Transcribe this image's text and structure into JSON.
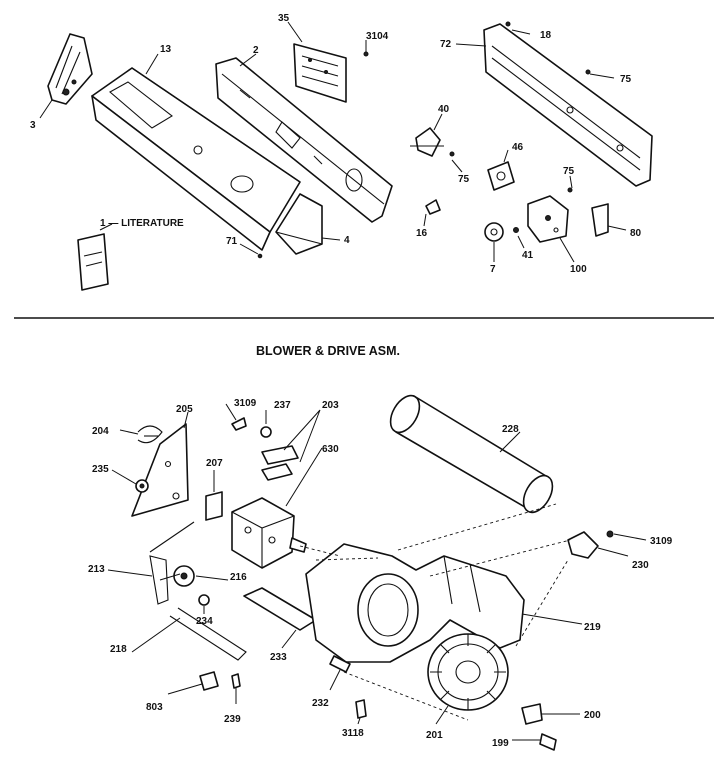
{
  "section_title": "BLOWER & DRIVE ASM.",
  "part_labels": {
    "p3": "3",
    "p13": "13",
    "p2": "2",
    "p35": "35",
    "p3104": "3104",
    "p72": "72",
    "p18": "18",
    "p75a": "75",
    "p40": "40",
    "p46": "46",
    "p75b": "75",
    "p75c": "75",
    "p16": "16",
    "p80": "80",
    "p100": "100",
    "p41": "41",
    "p7": "7",
    "p4": "4",
    "p71": "71",
    "p1": "1 — LITERATURE",
    "p204": "204",
    "p205": "205",
    "p3109a": "3109",
    "p237": "237",
    "p203": "203",
    "p630": "630",
    "p228": "228",
    "p235": "235",
    "p207": "207",
    "p3109b": "3109",
    "p230": "230",
    "p213": "213",
    "p216": "216",
    "p234": "234",
    "p219": "219",
    "p218": "218",
    "p233": "233",
    "p803": "803",
    "p239": "239",
    "p232": "232",
    "p3118": "3118",
    "p201": "201",
    "p200": "200",
    "p199": "199"
  }
}
